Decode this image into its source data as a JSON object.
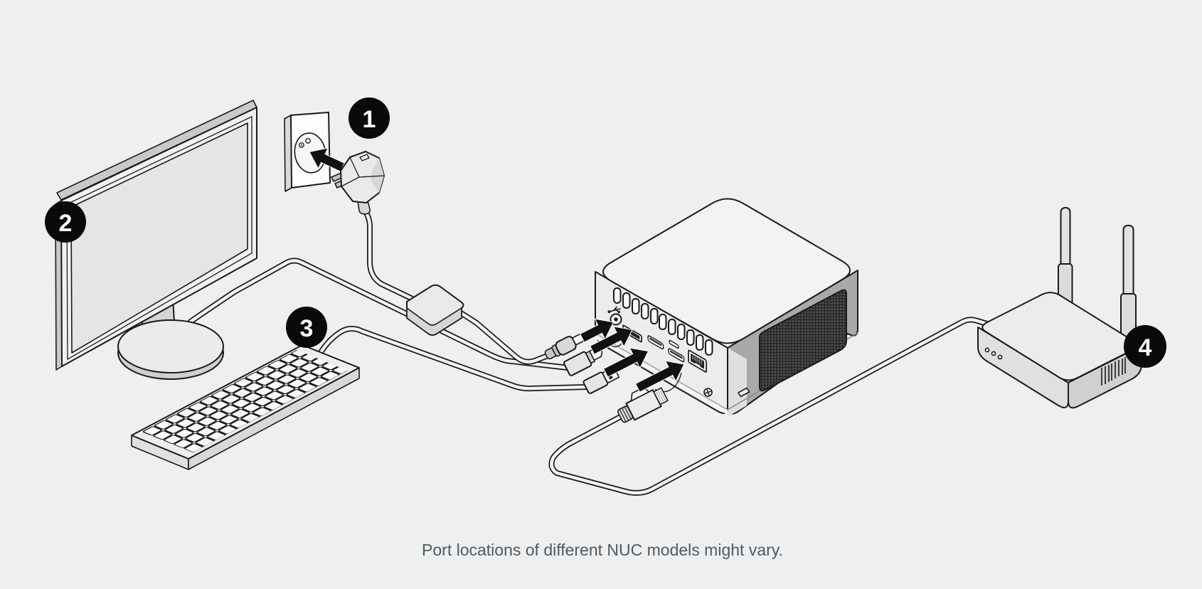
{
  "diagram": {
    "caption": "Port locations of different NUC models might vary."
  },
  "callouts": [
    {
      "number": "1",
      "target": "power-plug-and-outlet"
    },
    {
      "number": "2",
      "target": "monitor"
    },
    {
      "number": "3",
      "target": "keyboard"
    },
    {
      "number": "4",
      "target": "wifi-router"
    }
  ],
  "colors": {
    "background": "#efefef",
    "outline": "#1a1a1a",
    "badge_fill": "#0a0a0a",
    "badge_text": "#ffffff",
    "caption_text": "#4a5b68",
    "surface_light": "#f1f1f1",
    "surface_mid": "#d9d9d9",
    "surface_dark": "#a9a9a9",
    "vent_mesh": "#2d2d2d",
    "cable_core": "#f2f2f2",
    "arrow_fill": "#111111"
  }
}
